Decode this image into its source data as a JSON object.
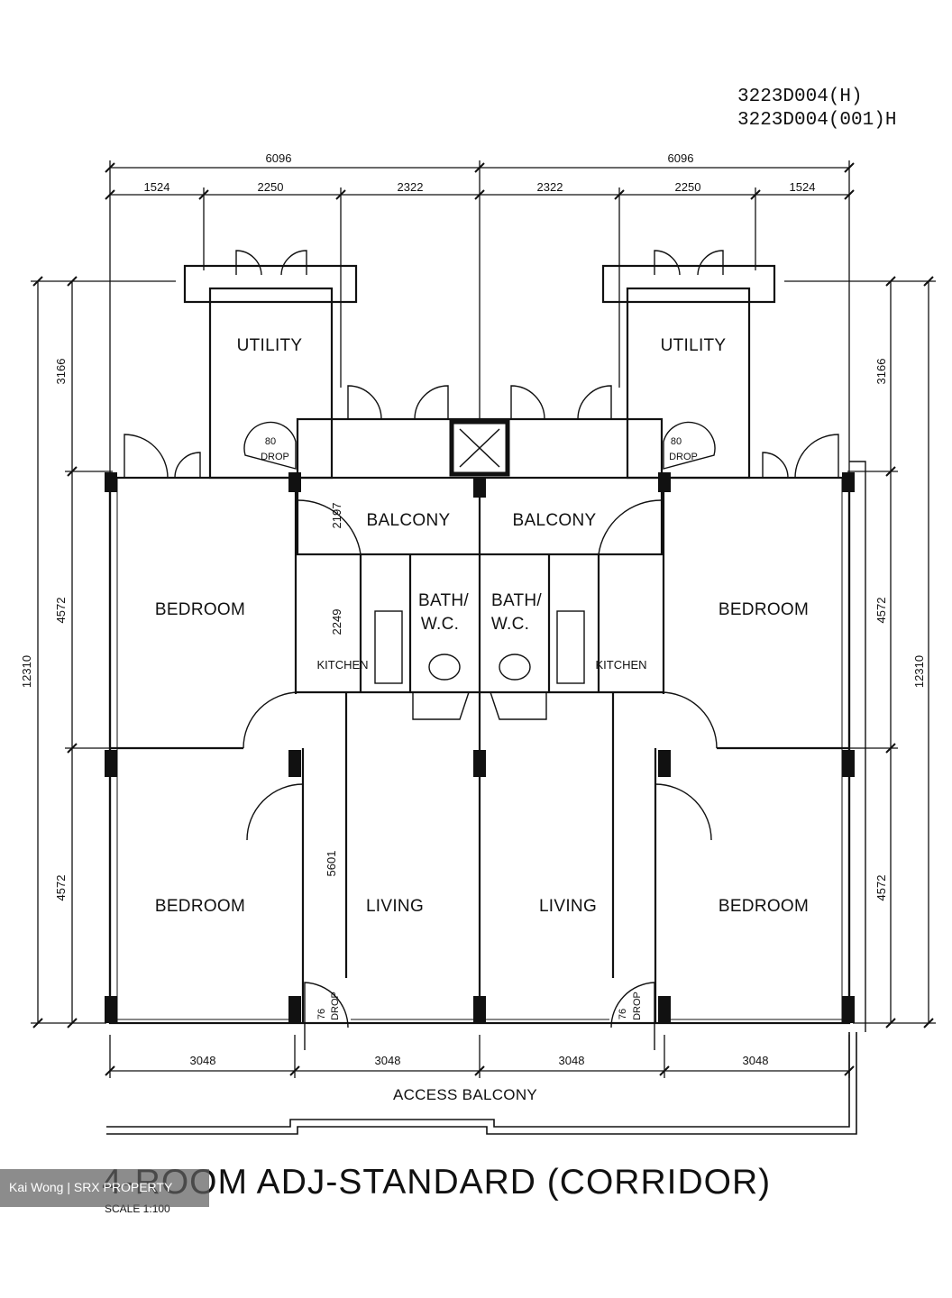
{
  "codes": [
    "3223D004(H)",
    "3223D004(001)H"
  ],
  "dimensions": {
    "top_overall": [
      "6096",
      "6096"
    ],
    "top_segments": [
      "1524",
      "2250",
      "2322",
      "2322",
      "2250",
      "1524"
    ],
    "left": [
      "3166",
      "4572",
      "4572"
    ],
    "right": [
      "3166",
      "4572",
      "4572"
    ],
    "overall_height_left": "12310",
    "overall_height_right": "12310",
    "bottom": [
      "3048",
      "3048",
      "3048",
      "3048"
    ],
    "interior": [
      "2197",
      "2249",
      "5601"
    ]
  },
  "rooms": {
    "utility_left": "UTILITY",
    "utility_right": "UTILITY",
    "balcony_left": "BALCONY",
    "balcony_right": "BALCONY",
    "bedroom_top_left": "BEDROOM",
    "bedroom_top_right": "BEDROOM",
    "bedroom_bottom_left": "BEDROOM",
    "bedroom_bottom_right": "BEDROOM",
    "bath_left": [
      "BATH/",
      "W.C."
    ],
    "bath_right": [
      "BATH/",
      "W.C."
    ],
    "kitchen_left": "KITCHEN",
    "kitchen_right": "KITCHEN",
    "living_left": "LIVING",
    "living_right": "LIVING"
  },
  "drops": {
    "top_left": [
      "80",
      "DROP"
    ],
    "top_right": [
      "80",
      "DROP"
    ],
    "bottom_left": [
      "76",
      "DROP"
    ],
    "bottom_right": [
      "76",
      "DROP"
    ]
  },
  "access_balcony": "ACCESS BALCONY",
  "title": "4-ROOM ADJ-STANDARD (CORRIDOR)",
  "scale": "SCALE  1:100",
  "watermark": "Kai Wong | SRX PROPERTY"
}
